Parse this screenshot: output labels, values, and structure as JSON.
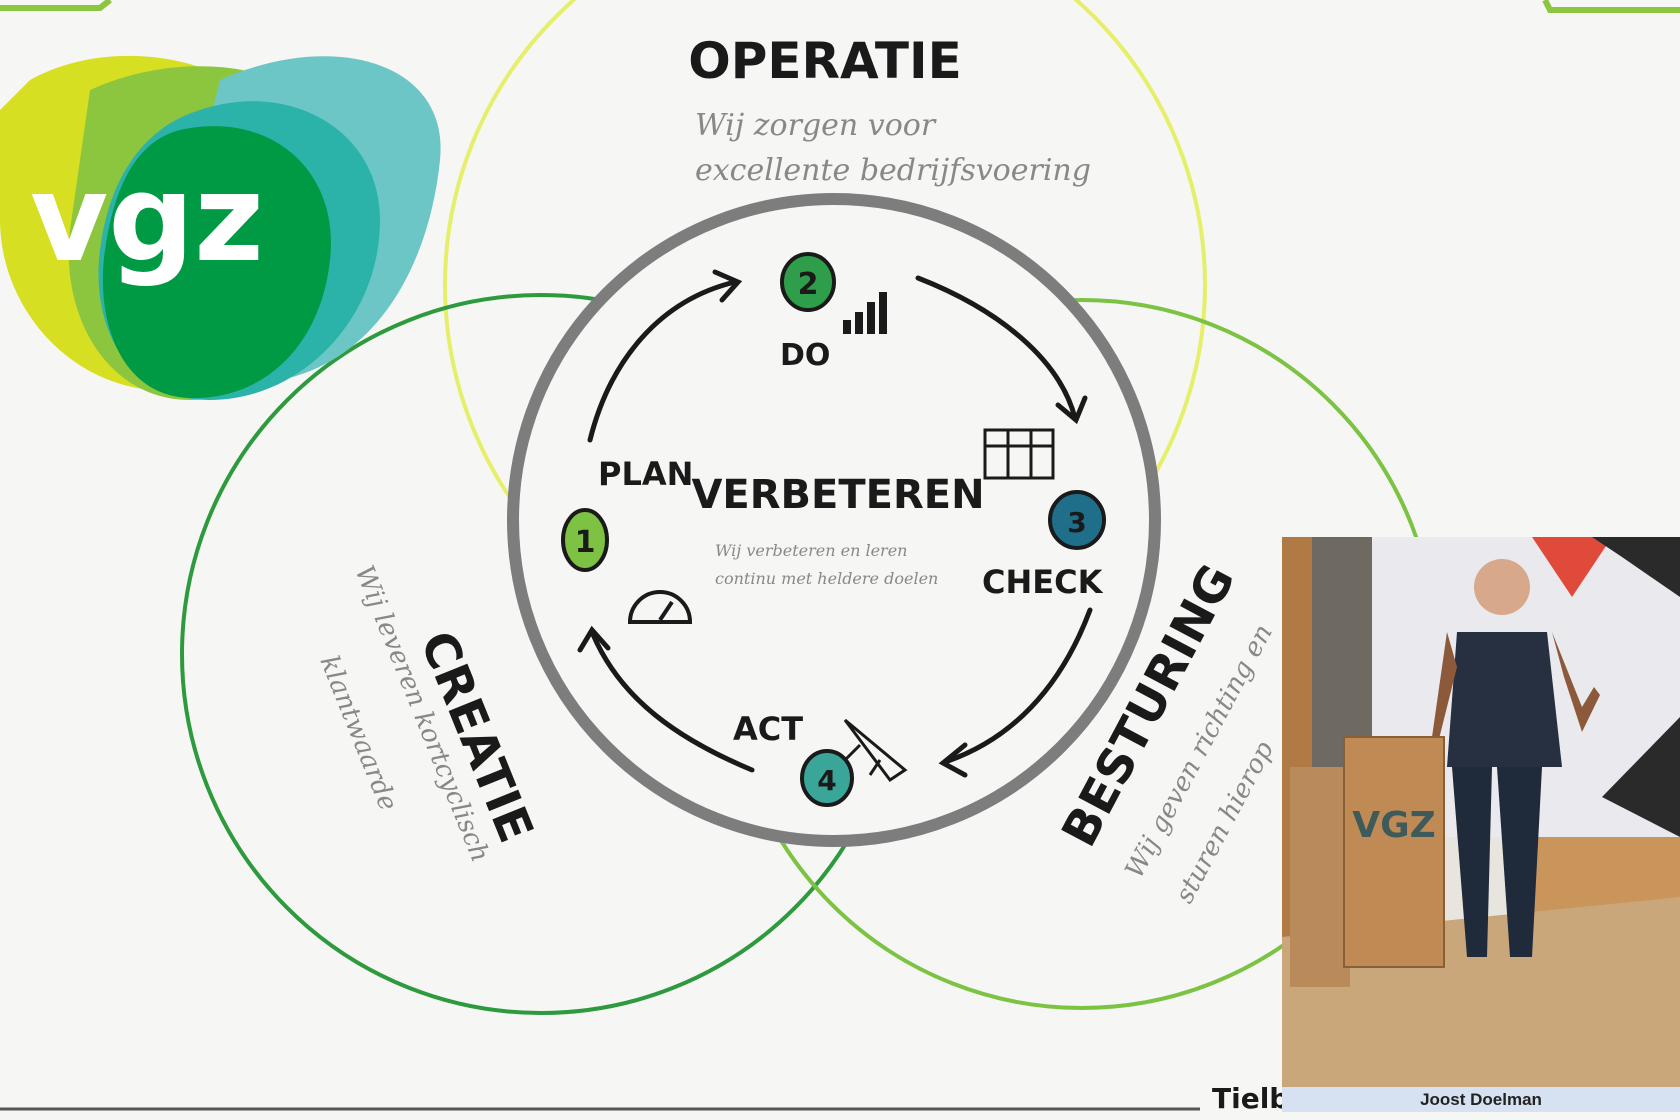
{
  "logo": {
    "text": "VGZ",
    "colors": [
      "#d7df23",
      "#8cc63f",
      "#009a44",
      "#2bb2a9",
      "#6cc6c6"
    ]
  },
  "operatie": {
    "title": "OPERATIE",
    "subtitle_lines": [
      "Wij zorgen voor",
      "excellente bedrijfsvoering"
    ]
  },
  "creatie": {
    "title": "CREATIE",
    "subtitle_lines": [
      "Wij leveren kortcyclisch",
      "klantwaarde"
    ]
  },
  "besturing": {
    "title": "BESTURING",
    "subtitle_lines": [
      "Wij geven richting en",
      "sturen hierop"
    ]
  },
  "center": {
    "title": "VERBETEREN",
    "subtitle_lines": [
      "Wij verbeteren en leren",
      "continu met heldere doelen"
    ]
  },
  "steps": [
    {
      "number": "1",
      "label": "PLAN",
      "color": "#7dc242"
    },
    {
      "number": "2",
      "label": "DO",
      "color": "#2e9e4a"
    },
    {
      "number": "3",
      "label": "CHECK",
      "color": "#1f6f8b"
    },
    {
      "number": "4",
      "label": "ACT",
      "color": "#3aa69a"
    }
  ],
  "footer_text": "Tielb",
  "speaker": {
    "name": "Joost Doelman",
    "podium_logo": "VGZ"
  }
}
